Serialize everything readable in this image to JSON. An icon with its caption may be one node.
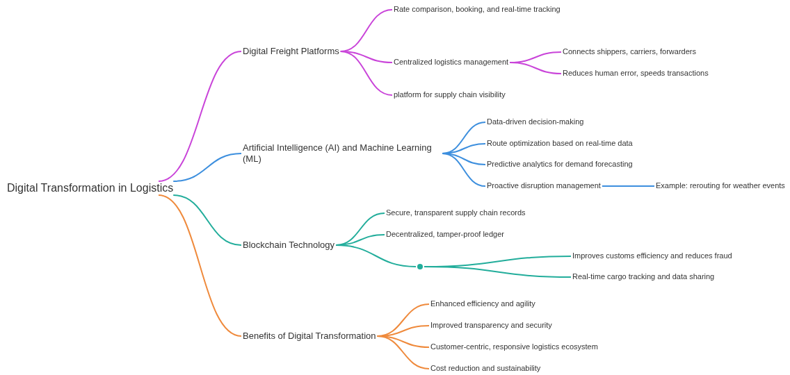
{
  "diagram": {
    "nodes": [
      {
        "text": [
          "Digital Transformation in Logistics"
        ]
      },
      {
        "text": [
          "Digital Freight Platforms"
        ]
      },
      {
        "text": [
          "Rate comparison, booking, and real-time tracking"
        ]
      },
      {
        "text": [
          "Centralized logistics management"
        ]
      },
      {
        "text": [
          "Connects shippers, carriers, forwarders"
        ]
      },
      {
        "text": [
          "Reduces human error, speeds transactions"
        ]
      },
      {
        "text": [
          "platform for supply chain visibility"
        ]
      },
      {
        "text": [
          "Artificial Intelligence (AI) and Machine Learning (ML)"
        ]
      },
      {
        "text": [
          "Data-driven decision-making"
        ]
      },
      {
        "text": [
          "Route optimization based on real-time data"
        ]
      },
      {
        "text": [
          "Predictive analytics for demand forecasting"
        ]
      },
      {
        "text": [
          "Proactive disruption management"
        ]
      },
      {
        "text": [
          "Example: rerouting for weather events"
        ]
      },
      {
        "text": [
          "Blockchain Technology"
        ]
      },
      {
        "text": [
          "Secure, transparent supply chain records"
        ]
      },
      {
        "text": [
          "Decentralized, tamper-proof ledger"
        ]
      },
      {
        "text": [],
        "shape": "circle"
      },
      {
        "text": [
          "Improves customs efficiency and reduces fraud"
        ]
      },
      {
        "text": [
          "Real-time cargo tracking and data sharing"
        ]
      },
      {
        "text": [
          "Benefits of Digital Transformation"
        ]
      },
      {
        "text": [
          "Enhanced efficiency and agility"
        ]
      },
      {
        "text": [
          "Improved transparency and security"
        ]
      },
      {
        "text": [
          "Customer-centric, responsive logistics ecosystem"
        ]
      },
      {
        "text": [
          "Cost reduction and sustainability"
        ]
      }
    ],
    "edges": [
      {
        "from": 0,
        "to": 1,
        "arrow": "none",
        "color": "#c944d9"
      },
      {
        "from": 1,
        "to": 2,
        "arrow": "none",
        "color": "#c944d9"
      },
      {
        "from": 1,
        "to": 3,
        "arrow": "none",
        "color": "#c944d9"
      },
      {
        "from": 3,
        "to": 4,
        "arrow": "none",
        "color": "#c944d9"
      },
      {
        "from": 3,
        "to": 5,
        "arrow": "none",
        "color": "#c944d9"
      },
      {
        "from": 1,
        "to": 6,
        "arrow": "none",
        "color": "#c944d9"
      },
      {
        "from": 0,
        "to": 7,
        "arrow": "none",
        "color": "#3d8fde"
      },
      {
        "from": 7,
        "to": 8,
        "arrow": "none",
        "color": "#3d8fde"
      },
      {
        "from": 7,
        "to": 9,
        "arrow": "none",
        "color": "#3d8fde"
      },
      {
        "from": 7,
        "to": 10,
        "arrow": "none",
        "color": "#3d8fde"
      },
      {
        "from": 7,
        "to": 11,
        "arrow": "none",
        "color": "#3d8fde"
      },
      {
        "from": 11,
        "to": 12,
        "arrow": "none",
        "color": "#3d8fde"
      },
      {
        "from": 0,
        "to": 13,
        "arrow": "none",
        "color": "#22ad9b"
      },
      {
        "from": 13,
        "to": 14,
        "arrow": "none",
        "color": "#22ad9b"
      },
      {
        "from": 13,
        "to": 15,
        "arrow": "none",
        "color": "#22ad9b"
      },
      {
        "from": 13,
        "to": 16,
        "arrow": "none",
        "color": "#22ad9b"
      },
      {
        "from": 16,
        "to": 17,
        "arrow": "none",
        "color": "#22ad9b"
      },
      {
        "from": 16,
        "to": 18,
        "arrow": "none",
        "color": "#22ad9b"
      },
      {
        "from": 0,
        "to": 19,
        "arrow": "none",
        "color": "#ef8a3c"
      },
      {
        "from": 19,
        "to": 20,
        "arrow": "none",
        "color": "#ef8a3c"
      },
      {
        "from": 19,
        "to": 21,
        "arrow": "none",
        "color": "#ef8a3c"
      },
      {
        "from": 19,
        "to": 22,
        "arrow": "none",
        "color": "#ef8a3c"
      },
      {
        "from": 19,
        "to": 23,
        "arrow": "none",
        "color": "#ef8a3c"
      }
    ]
  }
}
